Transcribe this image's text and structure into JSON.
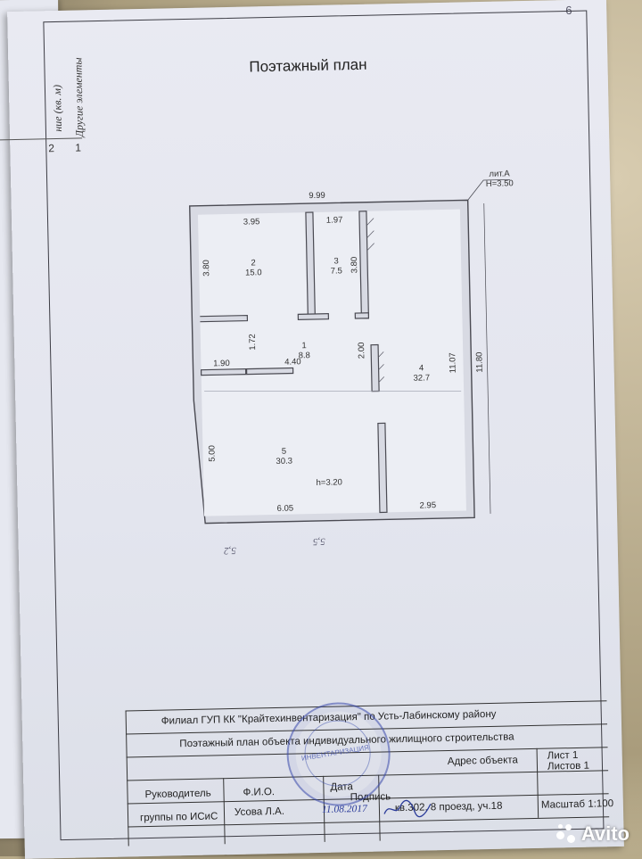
{
  "page_number": "6",
  "title": "Поэтажный план",
  "left_table": {
    "col1": "ние (кв. м)",
    "col2": "Другие элементы",
    "row1_a": "2",
    "row1_b": "1"
  },
  "plan": {
    "overall_width": "9.99",
    "overall_height": "11.80",
    "lit": "лит.А",
    "height_a": "H=3.50",
    "room_height": "h=3.20",
    "dimensions": {
      "r2_width": "3.95",
      "r3_width": "1.97",
      "r2_height": "3.80",
      "r3_height": "3.80",
      "hall_height": "1.72",
      "hall_width_left": "1.90",
      "hall_width_right": "4.40",
      "partition": "2.00",
      "r4_height": "11.07",
      "r5_height": "5.00",
      "r5_width": "6.05",
      "r4_width": "2.95"
    },
    "rooms": [
      {
        "number": "1",
        "area": "8.8"
      },
      {
        "number": "2",
        "area": "15.0"
      },
      {
        "number": "3",
        "area": "7.5"
      },
      {
        "number": "4",
        "area": "32.7"
      },
      {
        "number": "5",
        "area": "30.3"
      }
    ],
    "handwritten_left": "5,2",
    "handwritten_right": "5,5"
  },
  "title_block": {
    "org": "Филиал ГУП КК \"Крайтехинвентаризация\" по Усть-Лабинскому району",
    "doc": "Поэтажный план объекта индивидуального жилищного строительства",
    "address_label": "Адрес объекта",
    "sheet": "Лист  1",
    "sheets": "Листов  1",
    "head_label": "Руководитель",
    "fio_label": "Ф.И.О.",
    "date_label": "Дата",
    "sign_label": "Подпись",
    "group_label": "группы по ИСиС",
    "head_name": "Усова Л.А.",
    "date_value": "11.08.2017",
    "address": "кв.302, 8 проезд, уч.18",
    "scale": "Масштаб 1:100"
  },
  "stamp_text": "ИНВЕНТАРИЗАЦИЯ",
  "watermark": "Avito"
}
